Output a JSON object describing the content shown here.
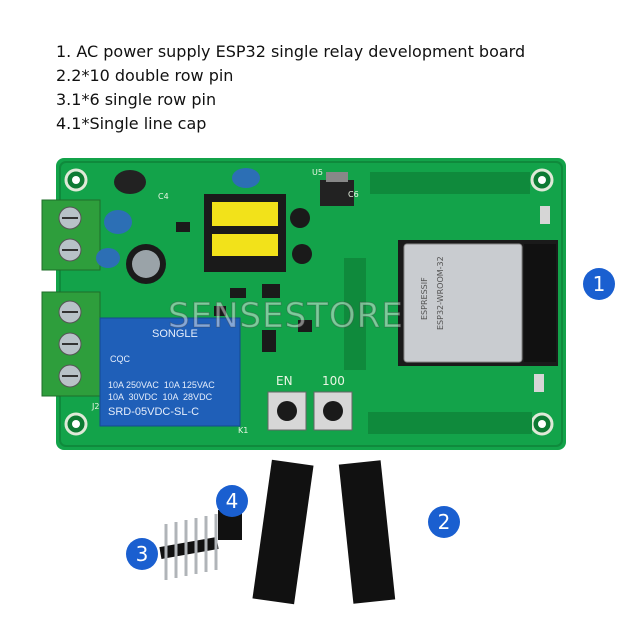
{
  "captions": [
    "1. AC power supply ESP32 single relay development board",
    "2.2*10 double row pin",
    "3.1*6 single row pin",
    "4.1*Single line cap"
  ],
  "badges": [
    "1",
    "2",
    "3",
    "4"
  ],
  "board": {
    "relay_brand": "SONGLE",
    "relay_rating_1": "10A 250VAC  10A 125VAC",
    "relay_rating_2": "10A  30VDC  10A  28VDC",
    "relay_model": "SRD-05VDC-SL-C",
    "button_en": "EN",
    "button_io0": "100",
    "module_brand": "ESPRESSIF",
    "module_name": "ESP32-WROOM-32",
    "label_j2": "J2",
    "label_k1": "K1",
    "label_u5": "U5",
    "label_c4": "C4",
    "label_c6": "C6",
    "label_cqc": "CQC"
  },
  "watermark": "SENSESTORE",
  "colors": {
    "pcb": "#13a34a",
    "relay": "#1f5fb8",
    "terminal": "#2e9e3c",
    "badge": "#1a5fd0"
  }
}
